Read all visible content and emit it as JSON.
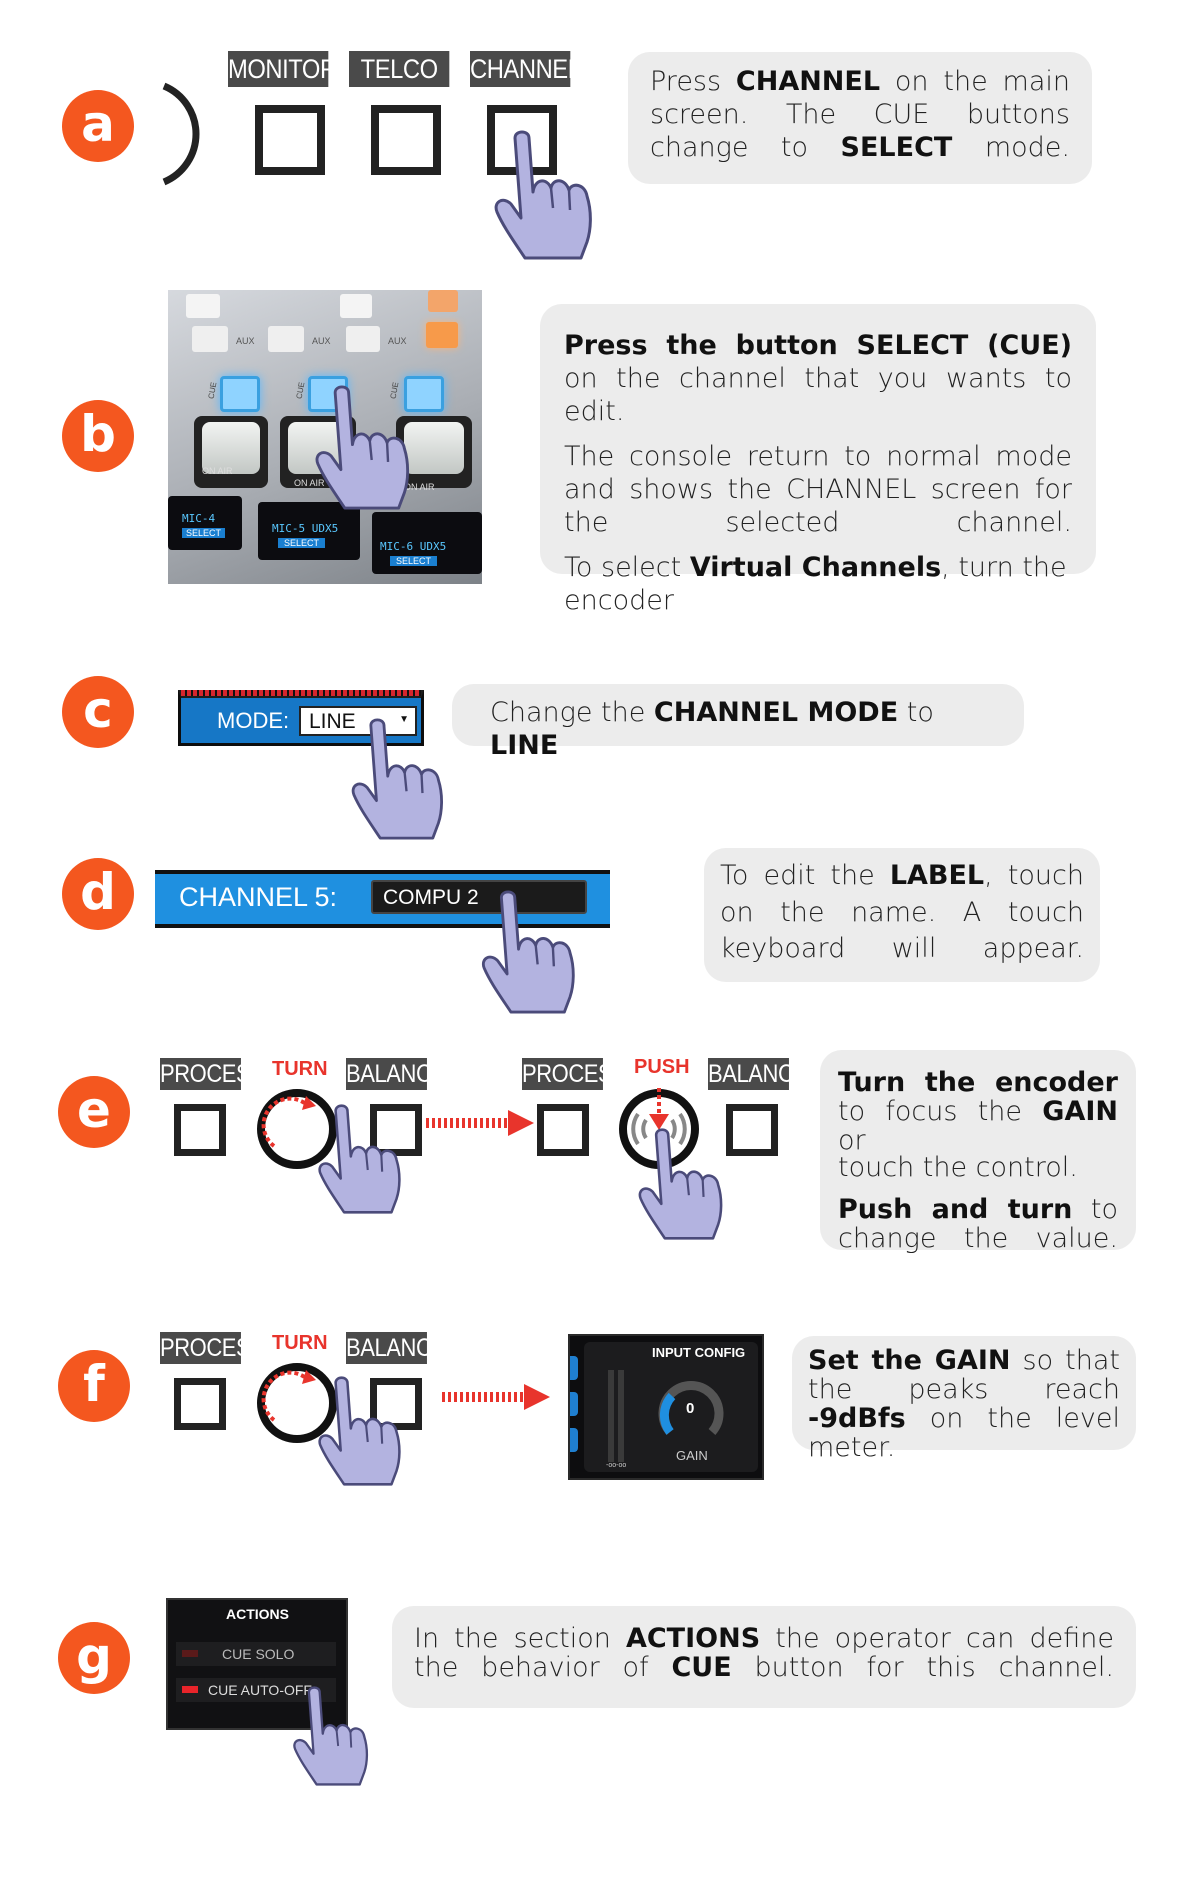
{
  "steps": {
    "a": {
      "letter": "a",
      "labels": [
        "MONITOR",
        "TELCO",
        "CHANNEL"
      ],
      "text_parts": [
        "Press ",
        "CHANNEL",
        " on the main screen. The CUE buttons change to ",
        "SELECT",
        " mode."
      ]
    },
    "b": {
      "letter": "b",
      "photo": {
        "buttons": [
          "AUX",
          "AUX",
          "AUX"
        ],
        "on_air": [
          "ON AIR",
          "ON AIR",
          "ON AIR"
        ],
        "cue": [
          "CUE",
          "CUE",
          "CUE"
        ],
        "displays": [
          {
            "name": "MIC-4",
            "mode": "SELECT"
          },
          {
            "name": "MIC-5 UDX5",
            "mode": "SELECT"
          },
          {
            "name": "MIC-6 UDX5",
            "mode": "SELECT"
          }
        ]
      },
      "p1_parts": [
        "Press the button SELECT (CUE)",
        " on the channel that you wants to edit."
      ],
      "p2": "The console return to normal mode and shows the CHANNEL screen  for the selected channel.",
      "p3_parts": [
        "To select ",
        "Virtual Channels",
        ", turn the encoder"
      ]
    },
    "c": {
      "letter": "c",
      "mode_label": "MODE:",
      "mode_value": "LINE",
      "text_parts": [
        "Change the ",
        "CHANNEL MODE",
        " to ",
        "LINE"
      ]
    },
    "d": {
      "letter": "d",
      "channel_label": "CHANNEL 5:",
      "channel_name": "COMPU 2",
      "text_parts": [
        "To edit the ",
        "LABEL",
        ", touch on the name. A touch keyboard will appear."
      ]
    },
    "e": {
      "letter": "e",
      "labels_left": [
        "PROCESS",
        "BALANCE"
      ],
      "turn": "TURN",
      "labels_right": [
        "PROCESS",
        "BALANCE"
      ],
      "push": "PUSH",
      "p1_parts": [
        "Turn the encoder",
        " to focus the ",
        "GAIN",
        " or ",
        "touch the control."
      ],
      "p2_parts": [
        "Push and turn",
        " to change the value."
      ]
    },
    "f": {
      "letter": "f",
      "labels": [
        "PROCESS",
        "BALANCE"
      ],
      "turn": "TURN",
      "panel_title": "INPUT CONFIG",
      "gain_value": "0",
      "gain_label": "GAIN",
      "meter_label": "-oo-oo",
      "text_parts": [
        "Set the GAIN",
        " so that the peaks reach ",
        "-9dBfs",
        " on the level meter."
      ]
    },
    "g": {
      "letter": "g",
      "panel_title": "ACTIONS",
      "items": [
        "CUE SOLO",
        "CUE AUTO-OFF"
      ],
      "text_parts": [
        "In the section ",
        "ACTIONS",
        " the operator can define the behavior of ",
        "CUE",
        " button for this channel."
      ]
    }
  },
  "colors": {
    "step_circle": "#f4571f",
    "bubble": "#ececec",
    "label_bg": "#4a4a4a",
    "accent_red": "#e8342c",
    "screen_blue": "#1e88d8",
    "hand": "#b3b3e0"
  }
}
